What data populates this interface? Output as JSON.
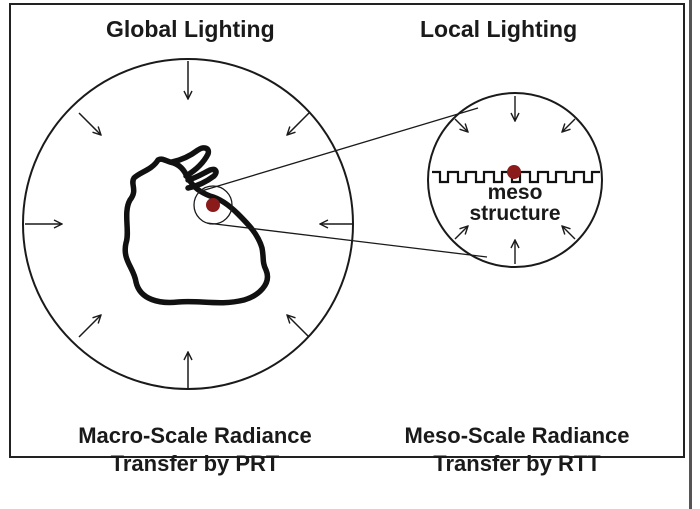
{
  "titles": {
    "global": "Global Lighting",
    "local": "Local Lighting"
  },
  "inset_label": {
    "line1": "meso",
    "line2": "structure"
  },
  "captions": {
    "macro_line1": "Macro-Scale Radiance",
    "macro_line2": "Transfer by PRT",
    "meso_line1": "Meso-Scale Radiance",
    "meso_line2": "Transfer by RTT"
  },
  "colors": {
    "ink": "#1a1a1a",
    "surface_point": "#8b1a1a"
  }
}
